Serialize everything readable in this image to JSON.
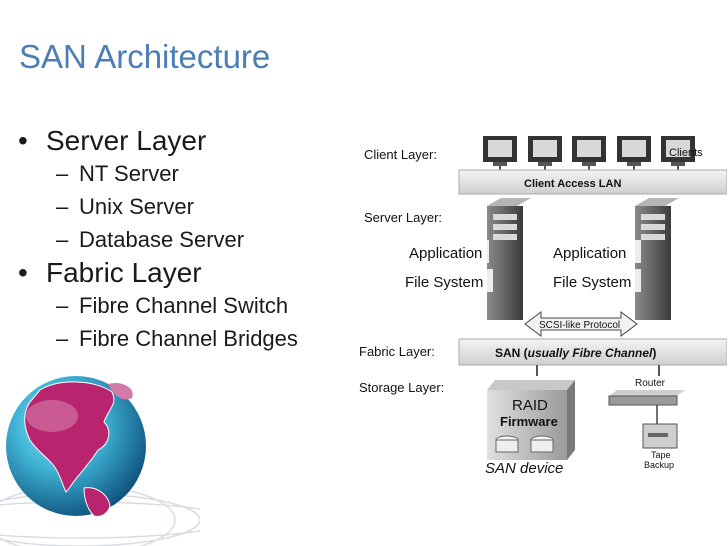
{
  "slide": {
    "title": "SAN Architecture",
    "bullets": [
      {
        "label": "Server Layer",
        "sub": [
          "NT Server",
          "Unix Server",
          "Database Server"
        ]
      },
      {
        "label": "Fabric Layer",
        "sub": [
          "Fibre Channel Switch",
          "Fibre Channel Bridges"
        ]
      }
    ],
    "bullet_char": "•",
    "dash_char": "–"
  },
  "diagram": {
    "layer_client": "Client Layer:",
    "clients": "Clients",
    "client_lan": "Client Access LAN",
    "layer_server": "Server Layer:",
    "application": "Application",
    "file_system": "File System",
    "scsi_protocol": "SCSI-like Protocol",
    "layer_fabric": "Fabric Layer:",
    "san_prefix": "SAN (",
    "san_italic": "usually Fibre Channel",
    "san_suffix": ")",
    "layer_storage": "Storage Layer:",
    "raid": "RAID",
    "firmware": "Firmware",
    "san_device": "SAN device",
    "router": "Router",
    "tape": "Tape",
    "backup": "Backup"
  }
}
